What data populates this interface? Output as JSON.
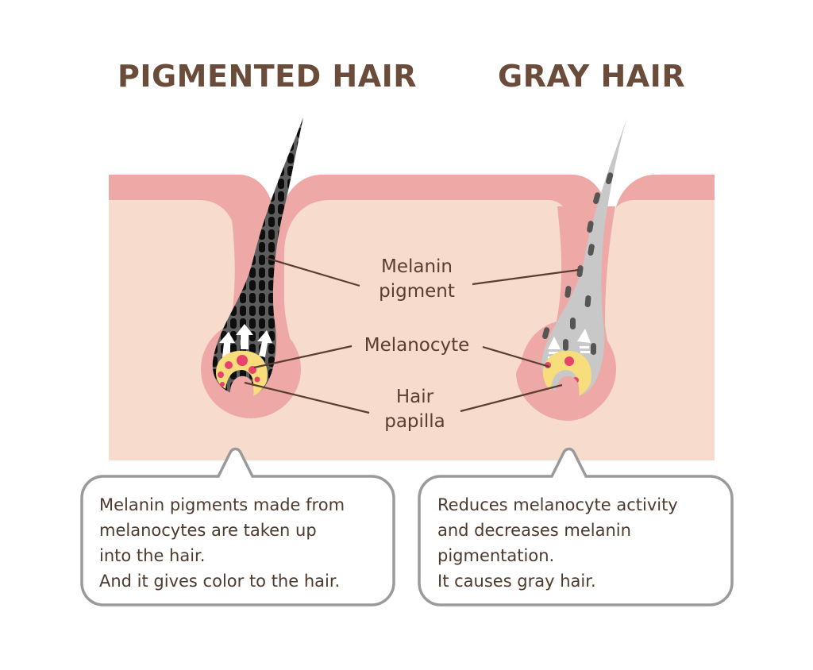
{
  "titles": {
    "left": "PIGMENTED HAIR",
    "right": "GRAY HAIR"
  },
  "labels": {
    "melanin_pigment": "Melanin\npigment",
    "melanocyte": "Melanocyte",
    "hair_papilla": "Hair\npapilla"
  },
  "callouts": {
    "left": "Melanin pigments made from\nmelanocytes are taken up\ninto the hair.\nAnd it gives color to the hair.",
    "right": "Reduces melanocyte activity\nand decreases melanin\npigmentation.\nIt causes gray hair."
  },
  "colors": {
    "title": "#6b4c3b",
    "skin_surface": "#eea8a6",
    "dermis": "#f7dccd",
    "hair_pigmented": "#111111",
    "hair_gray": "#c8c8c8",
    "melanocyte_yellow": "#f7dd7c",
    "melanin_dot": "#e8436a",
    "callout_border": "#9a9a9a"
  }
}
